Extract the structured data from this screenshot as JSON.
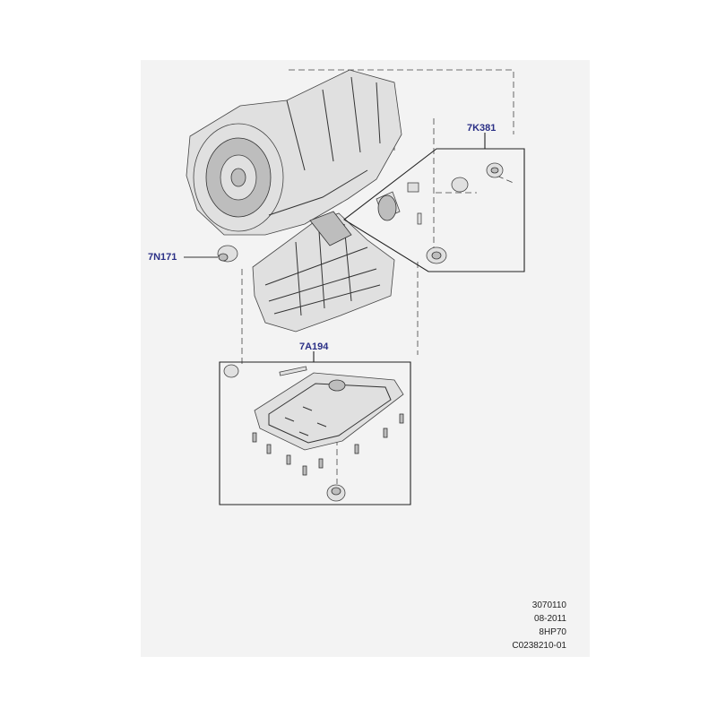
{
  "callouts": {
    "k381": "7K381",
    "n171": "7N171",
    "a194": "7A194"
  },
  "meta": {
    "number": "3070110",
    "date": "08-2011",
    "model": "8HP70",
    "code": "C0238210-01"
  },
  "colors": {
    "background": "#f3f3f3",
    "callout_text": "#2a2f86",
    "line": "#333333"
  }
}
